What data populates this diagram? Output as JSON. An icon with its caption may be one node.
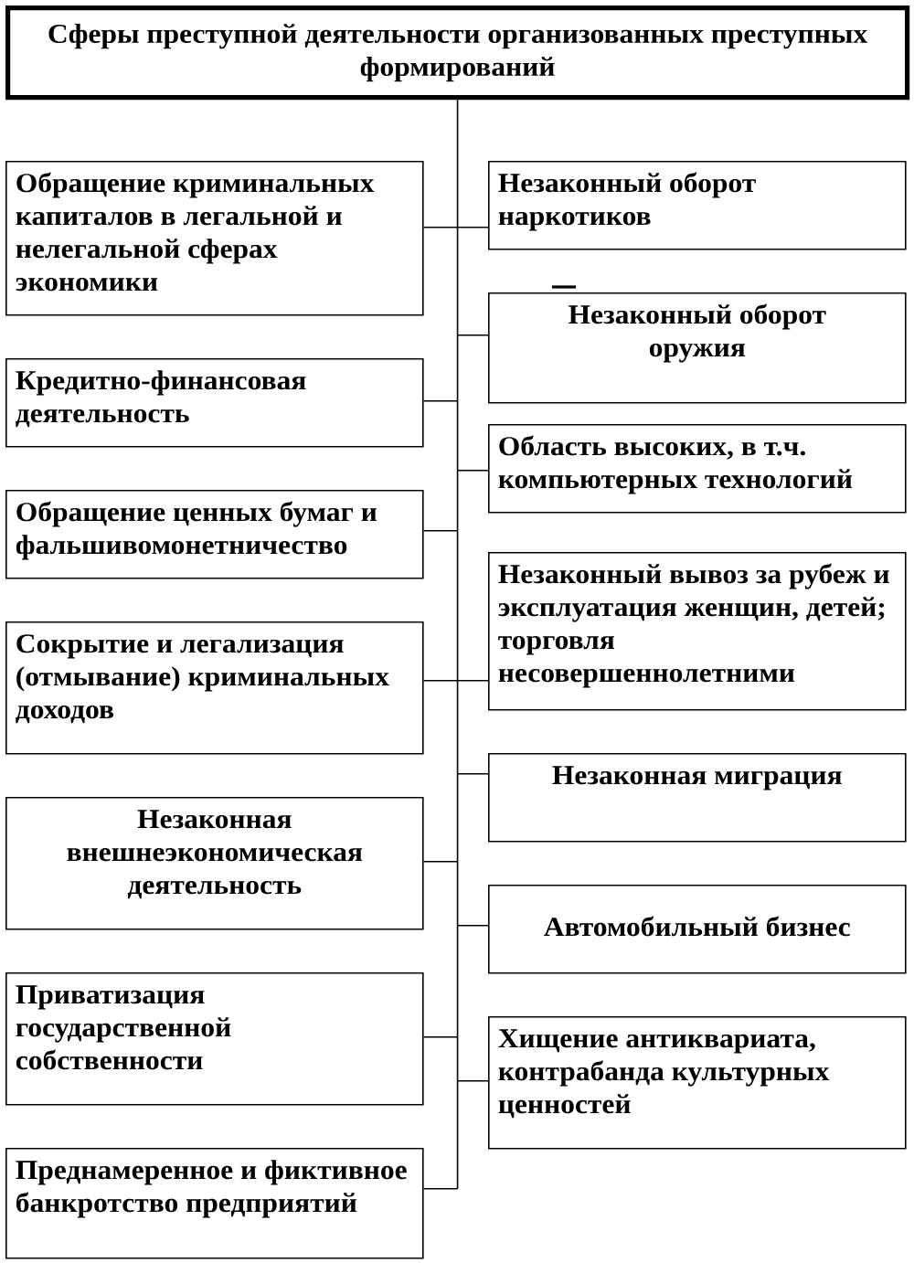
{
  "diagram": {
    "nodes": [
      {
        "text": [
          "Сферы преступной деятельности организованных преступных формирований"
        ]
      },
      {
        "text": [
          "Обращение криминальных капиталов в легальной и нелегальной сферах экономики"
        ]
      },
      {
        "text": [
          "Незаконный оборот наркотиков"
        ]
      },
      {
        "text": [
          "Кредитно-финансовая деятельность"
        ]
      },
      {
        "text": [
          "Незаконный оборот оружия"
        ]
      },
      {
        "text": [
          "Обращение ценных бумаг и фальшивомонетничество"
        ]
      },
      {
        "text": [
          "Область высоких, в т.ч. компьютерных технологий"
        ]
      },
      {
        "text": [
          "Сокрытие и легализация (отмывание) криминальных доходов"
        ]
      },
      {
        "text": [
          "Незаконный вывоз за рубеж и эксплуатация женщин, детей; торговля несовершеннолетними"
        ]
      },
      {
        "text": [
          "Незаконная внешнеэкономическая деятельность"
        ]
      },
      {
        "text": [
          "Незаконная миграция"
        ]
      },
      {
        "text": [
          "Приватизация государственной собственности"
        ]
      },
      {
        "text": [
          "Автомобильный бизнес"
        ]
      },
      {
        "text": [
          "Преднамеренное и фиктивное банкротство предприятий"
        ]
      },
      {
        "text": [
          "Хищение антиквариата, контрабанда культурных ценностей"
        ]
      }
    ],
    "edges": [
      {
        "from": 0,
        "to": 1,
        "arrow": "none"
      },
      {
        "from": 0,
        "to": 2,
        "arrow": "none"
      },
      {
        "from": 0,
        "to": 3,
        "arrow": "none"
      },
      {
        "from": 0,
        "to": 4,
        "arrow": "none"
      },
      {
        "from": 0,
        "to": 5,
        "arrow": "none"
      },
      {
        "from": 0,
        "to": 6,
        "arrow": "none"
      },
      {
        "from": 0,
        "to": 7,
        "arrow": "none"
      },
      {
        "from": 0,
        "to": 8,
        "arrow": "none"
      },
      {
        "from": 0,
        "to": 9,
        "arrow": "none"
      },
      {
        "from": 0,
        "to": 10,
        "arrow": "none"
      },
      {
        "from": 0,
        "to": 11,
        "arrow": "none"
      },
      {
        "from": 0,
        "to": 12,
        "arrow": "none"
      },
      {
        "from": 0,
        "to": 13,
        "arrow": "none"
      },
      {
        "from": 0,
        "to": 14,
        "arrow": "none"
      }
    ]
  }
}
